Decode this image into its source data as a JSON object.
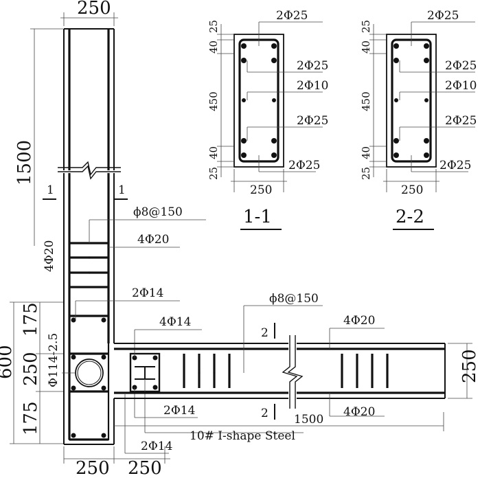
{
  "main_column": {
    "width_top": "250",
    "height": "1500",
    "stirrup": "ϕ8@150",
    "rebar": "4Φ20",
    "rebar_vertical": "4Φ20",
    "section_mark": "1"
  },
  "joint": {
    "rebar_top": "2Φ14",
    "rebar_side": "4Φ14",
    "rebar_bottom": "2Φ14",
    "rebar_lower": "2Φ14",
    "pipe": "Φ114-2.5",
    "steel_label": "10# I-shape Steel",
    "dims_vertical": [
      "600",
      "175",
      "250",
      "175"
    ],
    "dims_bottom": [
      "250",
      "250"
    ]
  },
  "beam": {
    "stirrup": "ϕ8@150",
    "rebar_top": "4Φ20",
    "rebar_bottom": "4Φ20",
    "length": "1500",
    "depth": "250",
    "section_mark": "2"
  },
  "sections": [
    {
      "title": "1-1",
      "width": "250",
      "dims": [
        "25",
        "40",
        "450",
        "40",
        "25"
      ],
      "rebars": [
        "2Φ25",
        "2Φ25",
        "2Φ10",
        "2Φ25",
        "2Φ25"
      ]
    },
    {
      "title": "2-2",
      "width": "250",
      "dims": [
        "25",
        "40",
        "450",
        "40",
        "25"
      ],
      "rebars": [
        "2Φ25",
        "2Φ25",
        "2Φ10",
        "2Φ25",
        "2Φ25"
      ]
    }
  ]
}
